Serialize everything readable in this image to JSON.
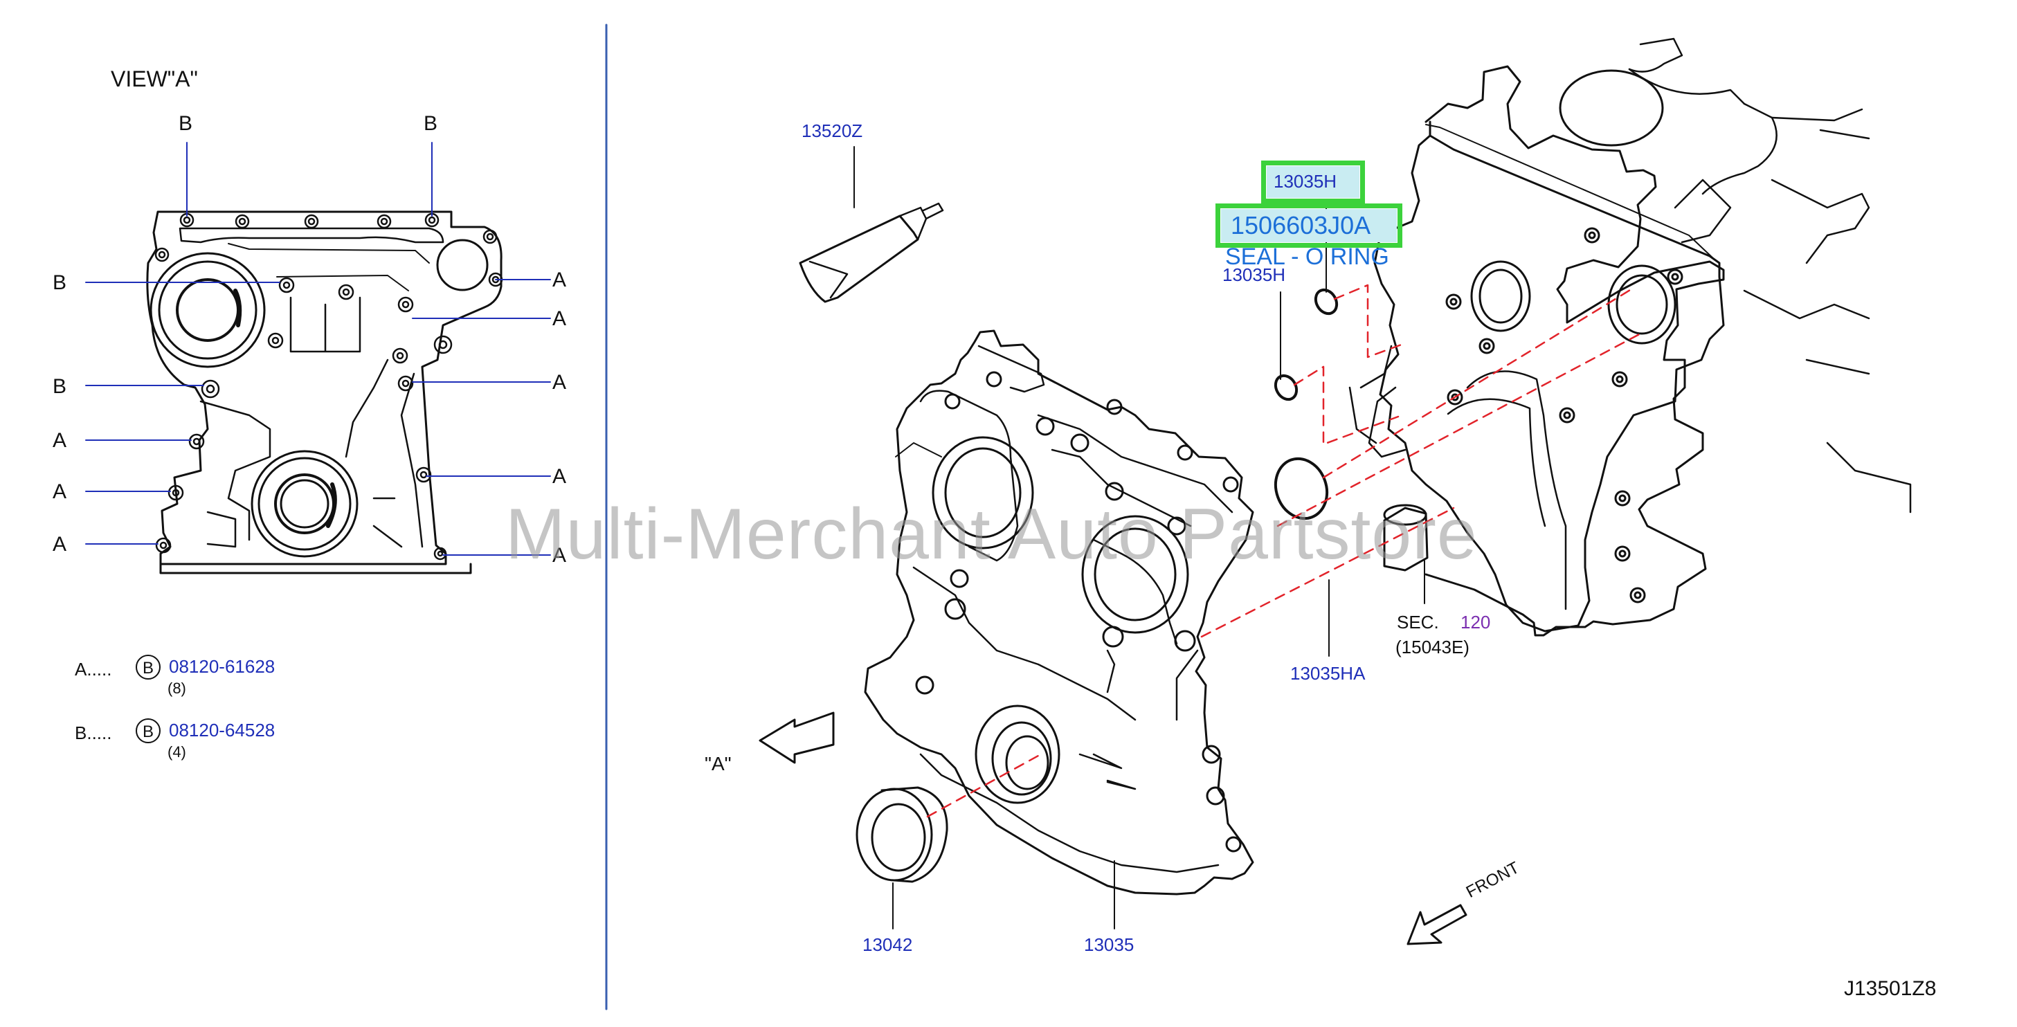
{
  "view_a": {
    "title": "VIEW\"A\"",
    "letters_b": [
      "B",
      "B",
      "B",
      "B"
    ],
    "letters_a_left": [
      "A",
      "A",
      "A"
    ],
    "letters_a_right": [
      "A",
      "A",
      "A",
      "A",
      "A"
    ]
  },
  "legend": {
    "a_prefix": "A.....",
    "a_circle": "B",
    "a_part": "08120-61628",
    "a_qty": "(8)",
    "b_prefix": "B.....",
    "b_circle": "B",
    "b_part": "08120-64528",
    "b_qty": "(4)"
  },
  "parts": {
    "sealant": "13520Z",
    "oring_top": "13035H",
    "highlight_number": "1506603J0A",
    "highlight_name": "SEAL - O RING",
    "oring_mid": "13035H",
    "oring_large": "13035HA",
    "sec_prefix": "SEC.",
    "sec_number": "120",
    "sec_sub": "(15043E)",
    "front_seal": "13042",
    "cover": "13035"
  },
  "view_marker": "\"A\"",
  "front_label": "FRONT",
  "diagram_code": "J13501Z8",
  "watermark": "Multi-Merchant Auto Partstore",
  "colors": {
    "part_number_blue": "#1f2fb8",
    "section_purple": "#7b2fb0",
    "highlight_green": "#3cd23c",
    "highlight_fill": "#c9ecf2",
    "dash_red": "#e2232a",
    "divider": "#3a5fb0"
  }
}
